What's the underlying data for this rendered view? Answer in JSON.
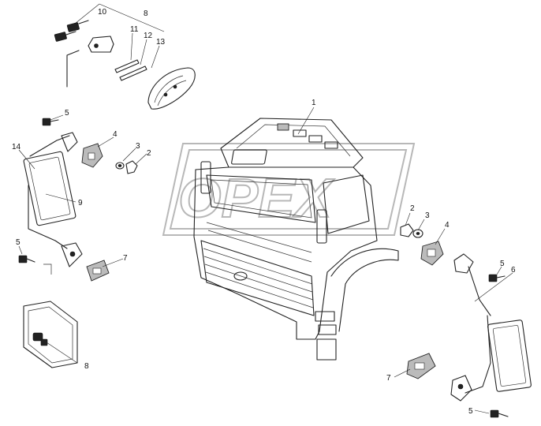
{
  "watermark": {
    "text": "OPEX"
  },
  "callouts": [
    {
      "key": "1",
      "text": "1"
    },
    {
      "key": "2a",
      "text": "2"
    },
    {
      "key": "2b",
      "text": "2"
    },
    {
      "key": "3a",
      "text": "3"
    },
    {
      "key": "3b",
      "text": "3"
    },
    {
      "key": "4a",
      "text": "4"
    },
    {
      "key": "4b",
      "text": "4"
    },
    {
      "key": "5a",
      "text": "5"
    },
    {
      "key": "5b",
      "text": "5"
    },
    {
      "key": "5c",
      "text": "5"
    },
    {
      "key": "5d",
      "text": "5"
    },
    {
      "key": "6",
      "text": "6"
    },
    {
      "key": "7a",
      "text": "7"
    },
    {
      "key": "7b",
      "text": "7"
    },
    {
      "key": "8a",
      "text": "8"
    },
    {
      "key": "8b",
      "text": "8"
    },
    {
      "key": "9",
      "text": "9"
    },
    {
      "key": "10",
      "text": "10"
    },
    {
      "key": "11",
      "text": "11"
    },
    {
      "key": "12",
      "text": "12"
    },
    {
      "key": "13",
      "text": "13"
    },
    {
      "key": "14",
      "text": "14"
    }
  ]
}
